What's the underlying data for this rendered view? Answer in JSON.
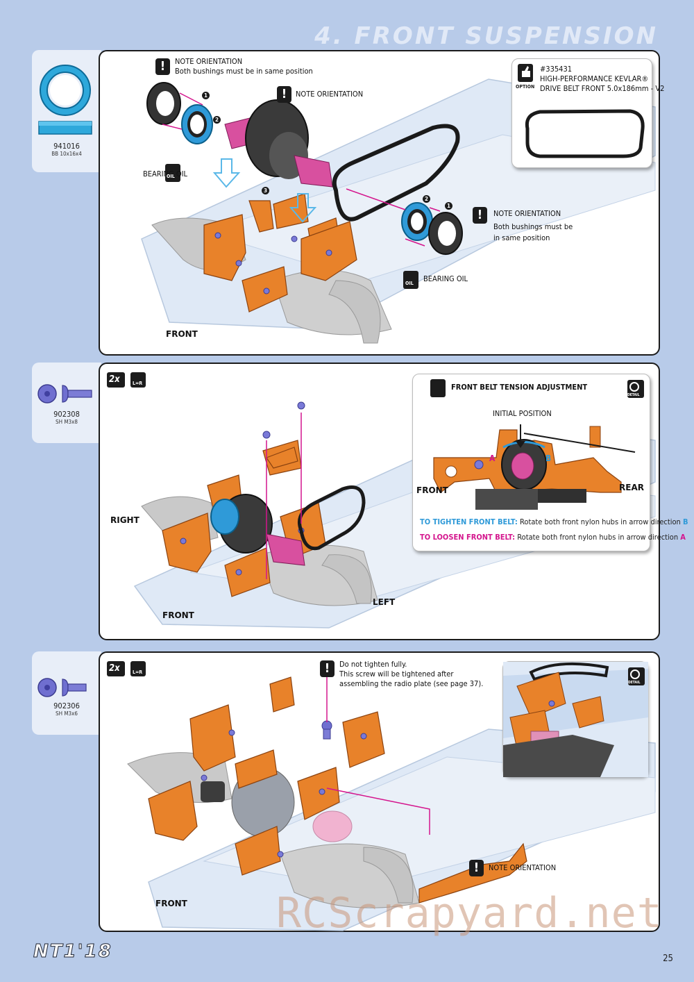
{
  "header": {
    "title": "4. FRONT SUSPENSION"
  },
  "parts": [
    {
      "code": "941016",
      "desc": "BB 10x16x4"
    },
    {
      "code": "902308",
      "desc": "SH M3x8"
    },
    {
      "code": "902306",
      "desc": "SH M3x6"
    }
  ],
  "step1": {
    "note_top_title": "NOTE ORIENTATION",
    "note_top_text": "Both bushings must be in same position",
    "note_diff": "NOTE ORIENTATION",
    "bearing_oil_left": "BEARING OIL",
    "note_right_title": "NOTE ORIENTATION",
    "note_right_line1": "Both bushings must be",
    "note_right_line2": "in same position",
    "bearing_oil_right": "BEARING OIL",
    "front": "FRONT",
    "num1": "1",
    "num2": "2",
    "num3": "3",
    "oil_icon": "OIL",
    "option": {
      "label": "OPTION",
      "part": "#335431",
      "line1": "HIGH-PERFORMANCE KEVLAR®",
      "line2": "DRIVE BELT FRONT 5.0x186mm - V2"
    }
  },
  "step2": {
    "qty": "2x",
    "lr": "L=R",
    "right": "RIGHT",
    "front": "FRONT",
    "left": "LEFT",
    "inset": {
      "title": "FRONT BELT TENSION ADJUSTMENT",
      "detail": "DETAIL",
      "initial": "INITIAL POSITION",
      "front": "FRONT",
      "rear": "REAR",
      "a": "A",
      "b": "B",
      "tighten_key": "TO TIGHTEN FRONT BELT:",
      "tighten_text": "Rotate both front nylon hubs in arrow direction",
      "tighten_dir": "B",
      "loosen_key": "TO LOOSEN FRONT BELT:",
      "loosen_text": "Rotate both front nylon hubs in arrow direction",
      "loosen_dir": "A"
    }
  },
  "step3": {
    "qty": "2x",
    "lr": "L=R",
    "note_line1": "Do not tighten fully.",
    "note_line2": "This screw will be tightened after",
    "note_line3": "assembling the radio plate (see page 37).",
    "note_orient": "NOTE ORIENTATION",
    "front": "FRONT",
    "detail": "DETAIL"
  },
  "footer": {
    "logo": "NT1'18",
    "page": "25",
    "watermark": "RCScrapyard.net"
  },
  "colors": {
    "bg": "#b8cbe9",
    "orange": "#e8822a",
    "blue": "#2f9ad8",
    "magenta": "#d4158d",
    "light_blue": "#5ab8e8"
  }
}
